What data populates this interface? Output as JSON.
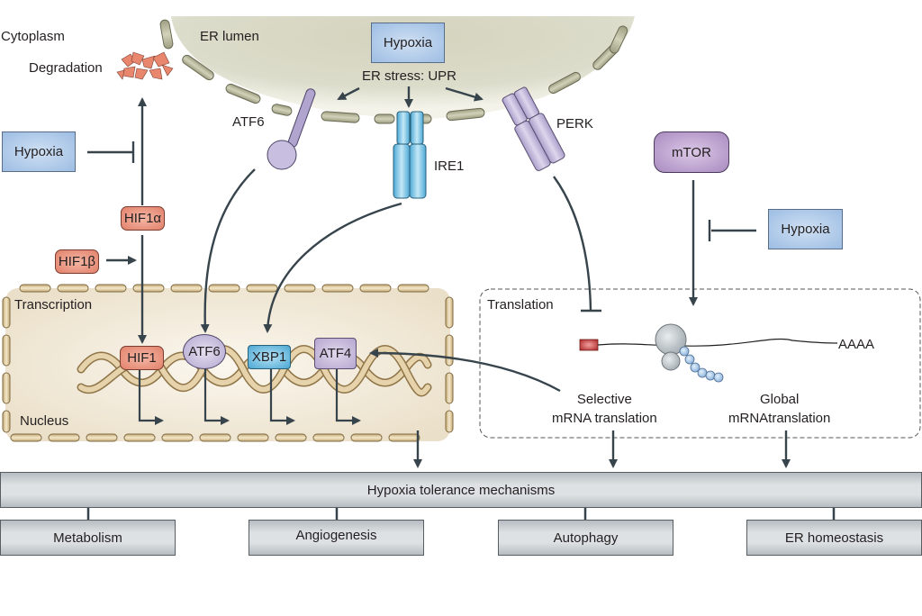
{
  "regions": {
    "cytoplasm": "Cytoplasm",
    "er_lumen": "ER lumen",
    "transcription": "Transcription",
    "nucleus": "Nucleus",
    "translation": "Translation"
  },
  "labels": {
    "degradation": "Degradation",
    "er_stress": "ER stress: UPR",
    "atf6_receptor": "ATF6",
    "ire1": "IRE1",
    "perk": "PERK",
    "aaaa": "AAAA",
    "selective_line1": "Selective",
    "selective_line2": "mRNA translation",
    "global_line1": "Global",
    "global_line2": "mRNAtranslation"
  },
  "nodes": {
    "hypoxia_er": "Hypoxia",
    "hypoxia_left": "Hypoxia",
    "hypoxia_right": "Hypoxia",
    "mtor": "mTOR",
    "hif1a": "HIF1α",
    "hif1b": "HIF1β",
    "tf_hif1": "HIF1",
    "tf_atf6": "ATF6",
    "tf_xbp1": "XBP1",
    "tf_atf4": "ATF4"
  },
  "outcomes": {
    "main": "Hypoxia tolerance mechanisms",
    "items": [
      "Metabolism",
      "Angiogenesis",
      "Autophagy",
      "ER homeostasis"
    ]
  },
  "colors": {
    "arrow": "#37444c",
    "hypoxia_blue": "#9dbde3",
    "hif_salmon": "#e2806a",
    "er_membrane": "#b7b79a",
    "nucleus_fill": "#efe5d2",
    "dna_tan": "#c9ad7c"
  }
}
